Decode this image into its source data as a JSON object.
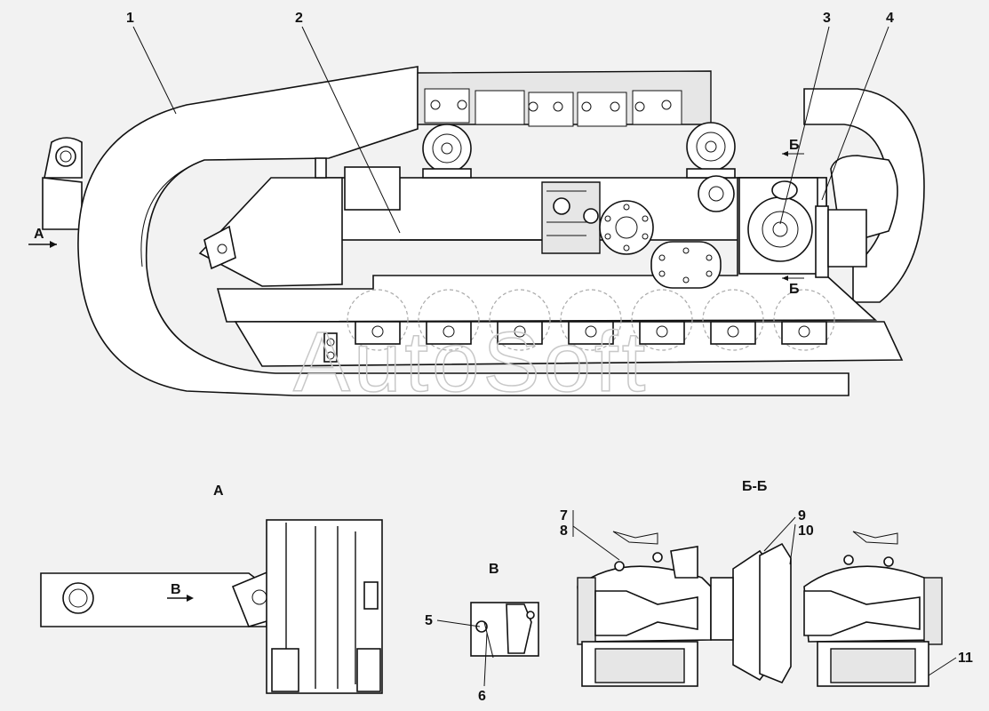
{
  "callouts": {
    "c1": "1",
    "c2": "2",
    "c3": "3",
    "c4": "4",
    "c5": "5",
    "c6": "6",
    "c7": "7",
    "c8": "8",
    "c9": "9",
    "c10": "10",
    "c11": "11"
  },
  "views": {
    "view_a_title": "А",
    "view_b_title": "В",
    "section_bb_title": "Б-Б",
    "arrow_a_label": "А",
    "arrow_b_label": "В",
    "section_mark_top": "Б",
    "section_mark_bottom": "Б"
  },
  "watermark": "AutoSoft",
  "colors": {
    "line": "#111111",
    "background": "#f2f2f2",
    "watermark": "#c8c8c8"
  }
}
